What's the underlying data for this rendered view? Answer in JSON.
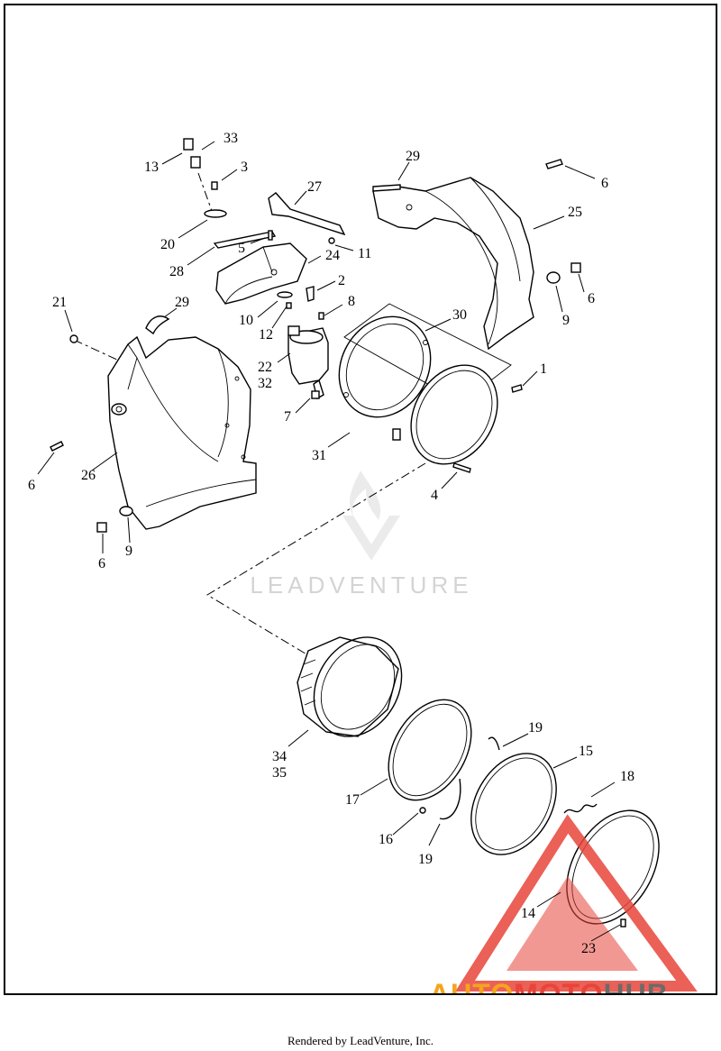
{
  "watermark": {
    "text": "LEADVENTURE",
    "color": "#d4d4d4"
  },
  "brand": {
    "part1": "AUTO",
    "part2": "MOTO",
    "part3": "HUB",
    "color_orange": "#f4a51c",
    "color_red": "#e8443a",
    "color_dark": "#6b6b6b"
  },
  "footer": {
    "credit": "Rendered by LeadVenture, Inc."
  },
  "callouts": {
    "c33": "33",
    "c13": "13",
    "c3": "3",
    "c27": "27",
    "c29_top": "29",
    "c6_topright": "6",
    "c25": "25",
    "c20": "20",
    "c5": "5",
    "c24": "24",
    "c11": "11",
    "c28": "28",
    "c2": "2",
    "c6_right": "6",
    "c9_right": "9",
    "c21": "21",
    "c29_left": "29",
    "c10": "10",
    "c8": "8",
    "c30": "30",
    "c12": "12",
    "c22": "22",
    "c32": "32",
    "c1": "1",
    "c7": "7",
    "c31": "31",
    "c26": "26",
    "c6_left": "6",
    "c4": "4",
    "c6_bottom": "6",
    "c9_bottom": "9",
    "c34": "34",
    "c35": "35",
    "c19_top": "19",
    "c15": "15",
    "c17": "17",
    "c18": "18",
    "c16": "16",
    "c19_bottom": "19",
    "c14": "14",
    "c23": "23"
  }
}
